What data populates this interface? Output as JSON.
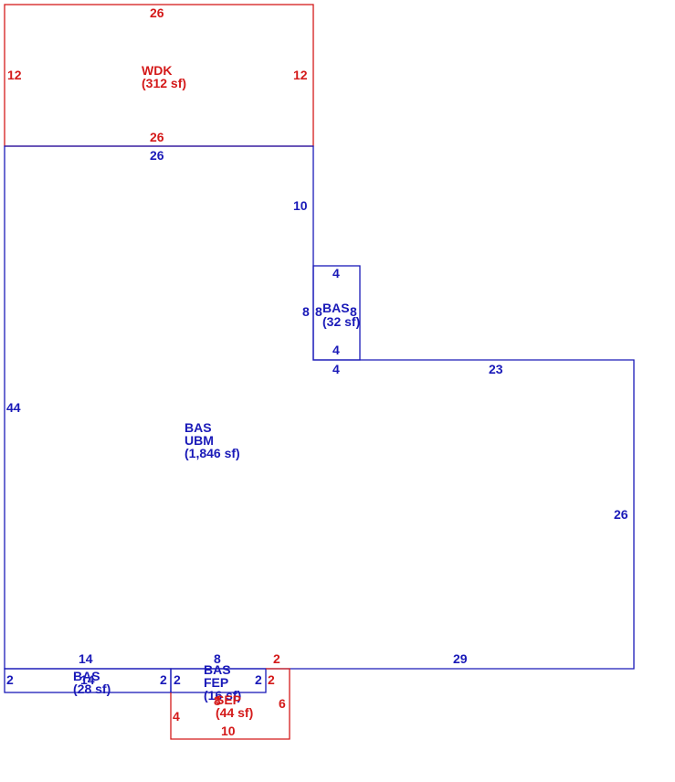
{
  "colors": {
    "bas": "#1a1ab8",
    "addon": "#d41a1a",
    "background": "#ffffff"
  },
  "areas": {
    "wdk": {
      "code": "WDK",
      "area": "(312 sf)"
    },
    "main": {
      "code": "BAS",
      "sub": "UBM",
      "area": "(1,846 sf)"
    },
    "bump": {
      "code": "BAS",
      "area": "(32 sf)"
    },
    "left_strip": {
      "code": "BAS",
      "area": "(28 sf)",
      "extra": "14"
    },
    "center_strip": {
      "code": "BAS",
      "sub": "FEP",
      "area": "(16 sf)"
    },
    "porch": {
      "code": "SEP",
      "area": "(44 sf)"
    }
  },
  "dims": {
    "wdk_top": "26",
    "wdk_left": "12",
    "wdk_right": "12",
    "wdk_bottom": "26",
    "main_top": "26",
    "main_right_upper": "10",
    "main_left": "44",
    "bump_top": "4",
    "bump_left_outer": "8",
    "bump_left_inner": "8",
    "bump_right": "8",
    "bump_bottom": "4",
    "bump_below": "4",
    "main_right_top": "23",
    "main_right": "26",
    "main_bottom": "29",
    "strip_left_top": "14",
    "strip_left_left": "2",
    "strip_left_right": "2",
    "strip_center_top": "8",
    "strip_center_left": "2",
    "strip_center_right": "2",
    "porch_top": "2",
    "porch_right_upper": "2",
    "porch_right": "6",
    "porch_left": "4",
    "porch_bottom": "10",
    "porch_mid": "8"
  }
}
